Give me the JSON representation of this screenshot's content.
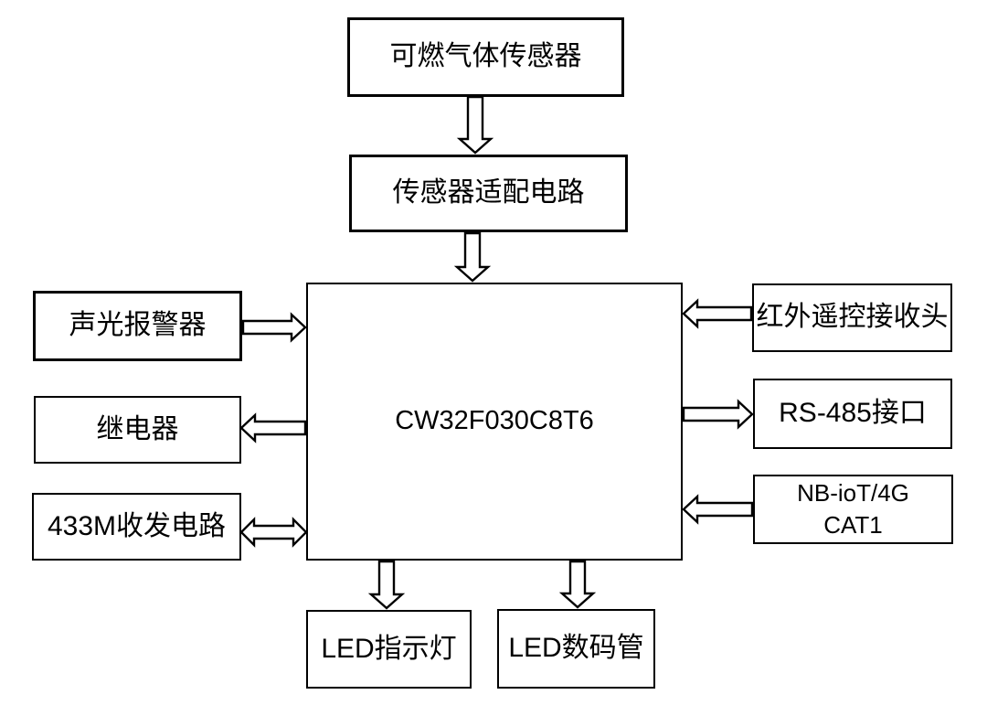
{
  "diagram": {
    "description": "Block diagram of combustible gas detector centered on MCU",
    "colors": {
      "background": "#ffffff",
      "line": "#000000",
      "box_fill": "#ffffff",
      "text": "#000000"
    }
  },
  "nodes": {
    "gas_sensor": {
      "label": "可燃气体传感器"
    },
    "sensor_adapter": {
      "label": "传感器适配电路"
    },
    "mcu": {
      "label": "CW32F030C8T6"
    },
    "alarm": {
      "label": "声光报警器"
    },
    "relay": {
      "label": "继电器"
    },
    "rf433": {
      "label": "433M收发电路"
    },
    "ir_receiver": {
      "label": "红外遥控接收头"
    },
    "rs485": {
      "label": "RS-485接口"
    },
    "nbiot": {
      "line1": "NB-ioT/4G",
      "line2": "CAT1"
    },
    "led_indicator": {
      "label": "LED指示灯"
    },
    "led_display": {
      "label": "LED数码管"
    }
  },
  "edges": [
    {
      "from": "gas_sensor",
      "to": "sensor_adapter",
      "direction": "down"
    },
    {
      "from": "sensor_adapter",
      "to": "mcu",
      "direction": "down"
    },
    {
      "from": "alarm",
      "to": "mcu",
      "direction": "right"
    },
    {
      "from": "mcu",
      "to": "relay",
      "direction": "left"
    },
    {
      "from": "rf433",
      "to": "mcu",
      "direction": "bidirectional"
    },
    {
      "from": "ir_receiver",
      "to": "mcu",
      "direction": "left"
    },
    {
      "from": "mcu",
      "to": "rs485",
      "direction": "right"
    },
    {
      "from": "nbiot",
      "to": "mcu",
      "direction": "left"
    },
    {
      "from": "mcu",
      "to": "led_indicator",
      "direction": "down"
    },
    {
      "from": "mcu",
      "to": "led_display",
      "direction": "down"
    }
  ]
}
